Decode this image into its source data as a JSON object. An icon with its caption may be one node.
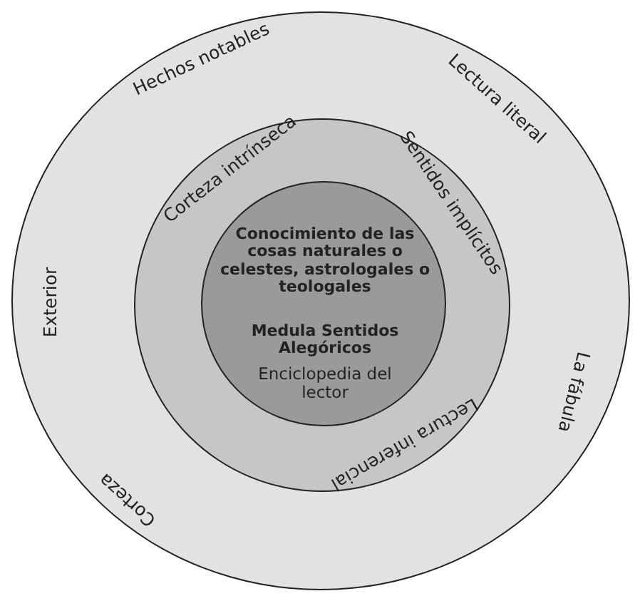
{
  "diagram": {
    "nodes": [
      {
        "text": [
          "Hechos notables",
          "Lectura literal",
          "Exterior",
          "La fábula",
          "Corteza"
        ]
      },
      {
        "text": [
          "Corteza intrínseca",
          "Sentidos implícitos",
          "Lectura inferencial"
        ],
        "in": 0
      },
      {
        "text": [
          "Conocimiento de las cosas naturales o celestes, astrologales o teologales",
          "Medula Sentidos Alegóricos",
          "Enciclopedia del lector"
        ],
        "in": 1
      }
    ]
  }
}
